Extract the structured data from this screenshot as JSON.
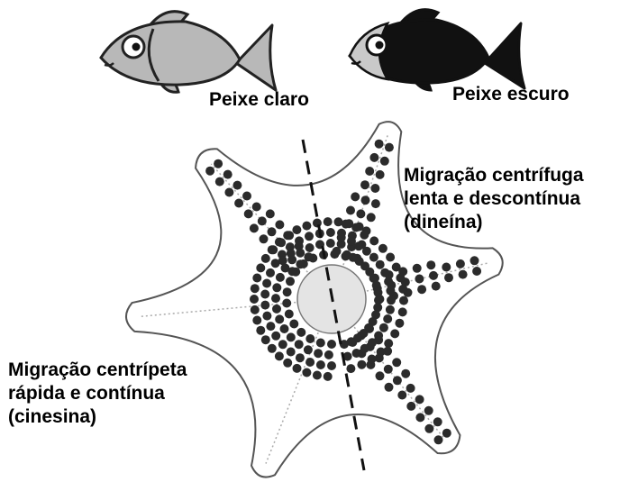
{
  "fish": {
    "light": {
      "label": "Peixe claro",
      "body_color": "#b8b8b8"
    },
    "dark": {
      "label": "Peixe escuro",
      "body_color": "#111111"
    }
  },
  "migration": {
    "centrifugal": {
      "line1": "Migração centrífuga",
      "line2": "lenta e descontínua",
      "line3": "(dineína)"
    },
    "centripetal": {
      "line1": "Migração centrípeta",
      "line2": "rápida e contínua",
      "line3": "(cinesina)"
    }
  },
  "colors": {
    "pigment": "#2b2b2b",
    "cell_outline": "#444444",
    "nucleus": "#e4e4e4"
  }
}
